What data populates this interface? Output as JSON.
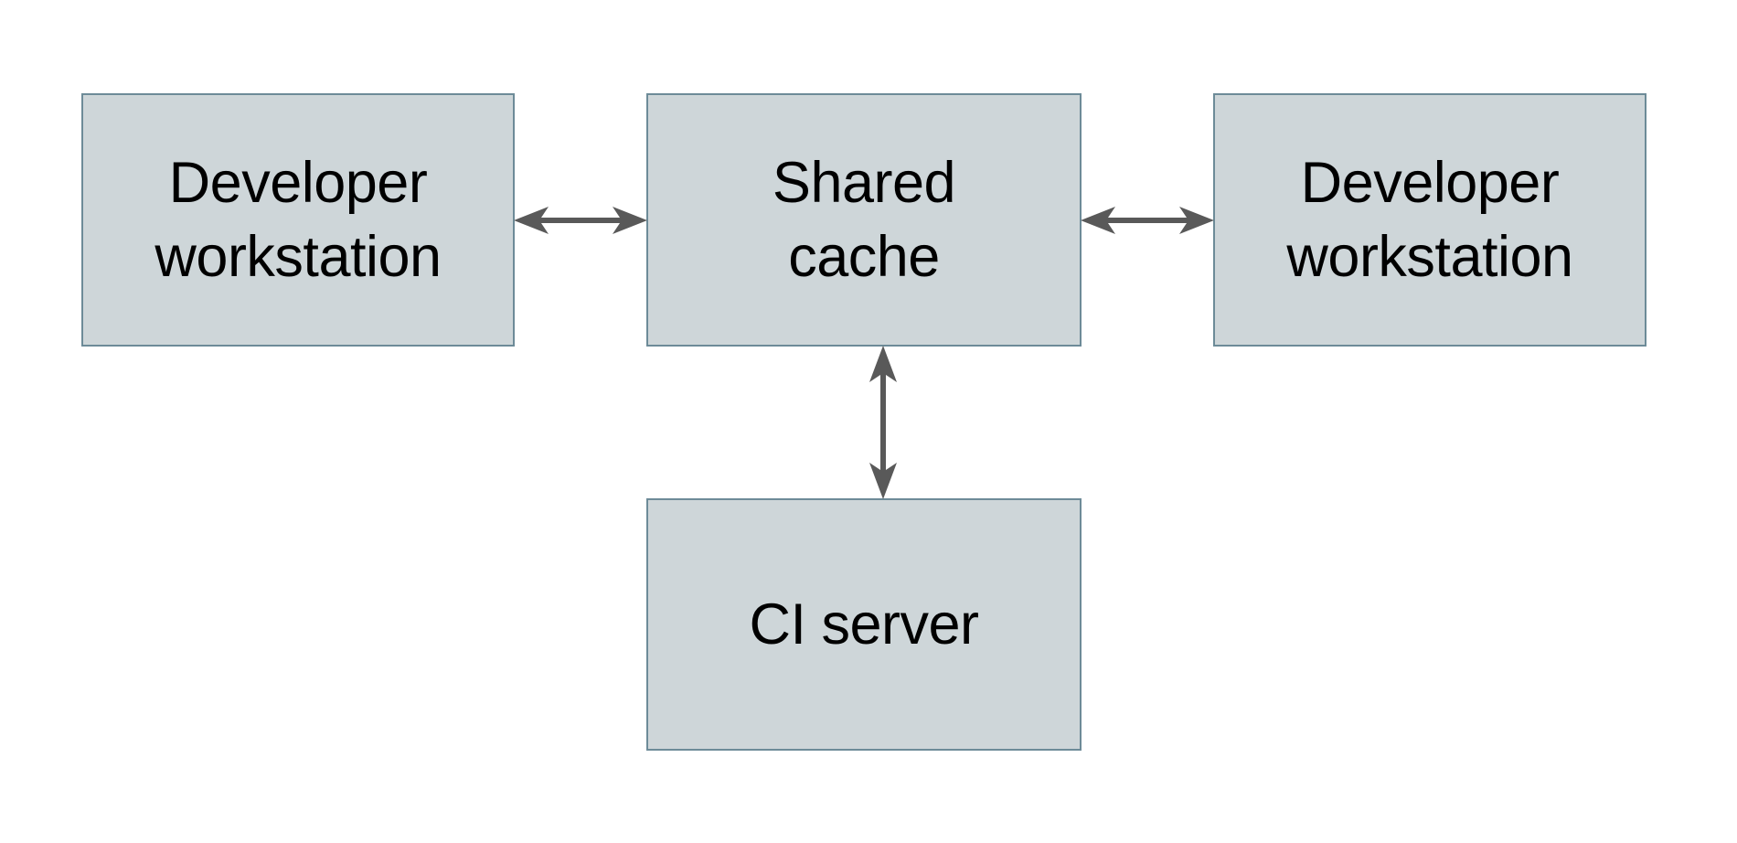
{
  "diagram": {
    "type": "block-diagram",
    "background_color": "#ffffff",
    "node_fill_color": "#ced6d9",
    "node_border_color": "#6d8b98",
    "edge_color": "#595959",
    "text_color": "#000000",
    "nodes": [
      {
        "id": "dev-workstation-left",
        "label": "Developer\nworkstation"
      },
      {
        "id": "shared-cache",
        "label": "Shared\ncache"
      },
      {
        "id": "dev-workstation-right",
        "label": "Developer\nworkstation"
      },
      {
        "id": "ci-server",
        "label": "CI server"
      }
    ],
    "edges": [
      {
        "id": "edge-left-cache",
        "from": "dev-workstation-left",
        "to": "shared-cache",
        "style": "double-arrow",
        "orientation": "horizontal"
      },
      {
        "id": "edge-cache-right",
        "from": "shared-cache",
        "to": "dev-workstation-right",
        "style": "double-arrow",
        "orientation": "horizontal"
      },
      {
        "id": "edge-cache-ci",
        "from": "shared-cache",
        "to": "ci-server",
        "style": "double-arrow",
        "orientation": "vertical"
      }
    ]
  }
}
